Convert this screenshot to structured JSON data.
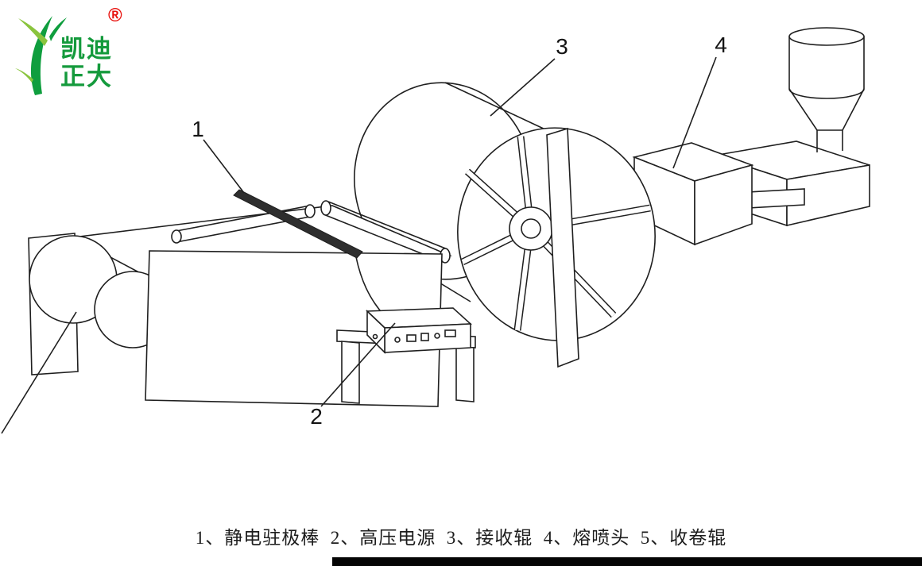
{
  "logo": {
    "line1": "凯迪",
    "line2": "正大",
    "registered": "®",
    "brand_green": "#149a3c",
    "registered_red": "#e8100c"
  },
  "labels": {
    "part1": "1",
    "part2": "2",
    "part3": "3",
    "part4": "4"
  },
  "caption": "1、静电驻极棒  2、高压电源  3、接收辊  4、熔喷头  5、收卷辊"
}
